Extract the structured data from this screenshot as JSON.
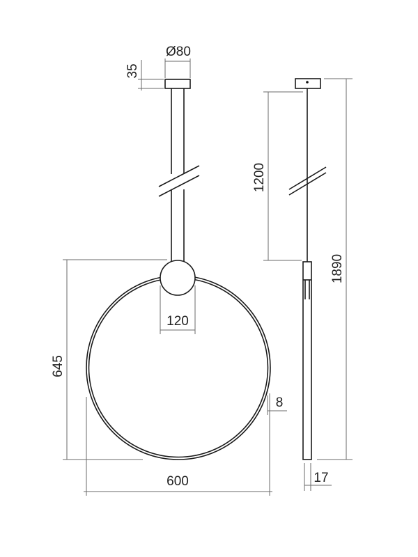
{
  "drawing": {
    "front_view": {
      "canopy_diameter": "Ø80",
      "canopy_height": "35",
      "sphere_diameter": "120",
      "overall_height_ring": "645",
      "ring_diameter": "600",
      "ring_thickness": "8"
    },
    "side_view": {
      "cable_length": "1200",
      "total_height": "1890",
      "body_width": "17"
    }
  }
}
